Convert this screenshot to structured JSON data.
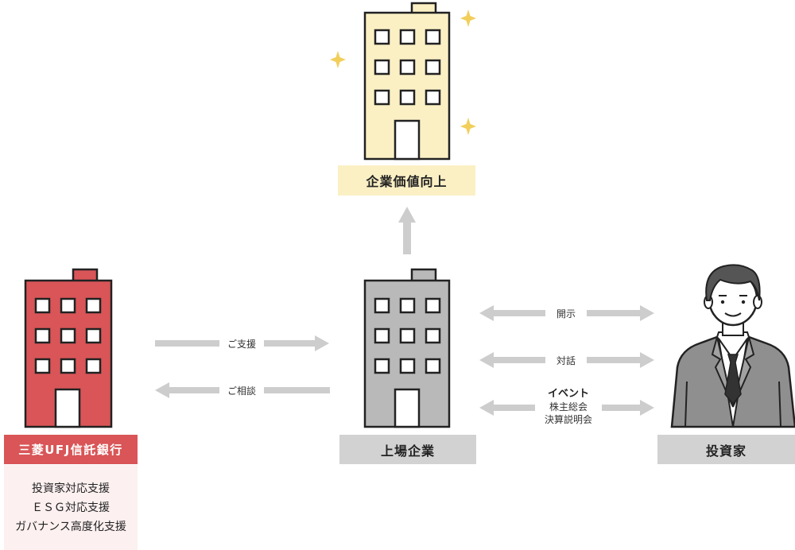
{
  "nodes": {
    "value": {
      "label": "企業価値向上",
      "color": "#fbf0c4"
    },
    "company": {
      "label": "上場企業",
      "color": "#d2d2d2"
    },
    "investor": {
      "label": "投資家",
      "color": "#d2d2d2"
    },
    "bank": {
      "label": "三菱UFJ信託銀行",
      "color": "#d95557",
      "services": [
        "投資家対応支援",
        "ＥＳＧ対応支援",
        "ガバナンス高度化支援"
      ]
    }
  },
  "edges": {
    "bank_to_company": "ご支援",
    "company_to_bank": "ご相談",
    "disclosure": "開示",
    "dialogue": "対話",
    "event": {
      "title": "イベント",
      "items": [
        "株主総会",
        "決算説明会"
      ]
    }
  },
  "colors": {
    "arrow": "#cdcdcd",
    "outline": "#222222",
    "bank_red": "#d95557",
    "gray_building": "#b9b9b9",
    "cream_building": "#fbf0c4"
  }
}
